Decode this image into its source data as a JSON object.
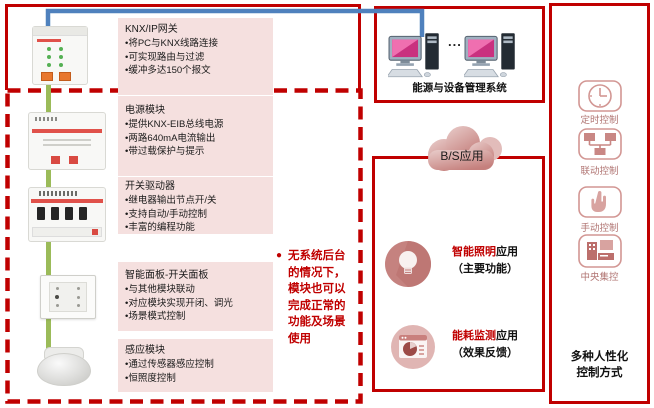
{
  "colors": {
    "accent_red": "#c00000",
    "pink_block": "#f5e0df",
    "line_blue": "#4f81bd",
    "line_green": "#9bbb59",
    "rose": "#cd918e"
  },
  "modules": [
    {
      "title": "KNX/IP网关",
      "bullets": [
        "•将PC与KNX线路连接",
        "•可实现路由与过滤",
        "•缓冲多达150个报文"
      ]
    },
    {
      "title": "电源模块",
      "bullets": [
        "•提供KNX-EIB总线电源",
        "•两路640mA电流输出",
        "•带过载保护与提示"
      ]
    },
    {
      "title": "开关驱动器",
      "bullets": [
        "•继电器输出节点开/关",
        "•支持自动/手动控制",
        "•丰富的编程功能"
      ]
    },
    {
      "title": "智能面板-开关面板",
      "bullets": [
        "•与其他模块联动",
        "•对应模块实现开闭、调光",
        "•场景模式控制"
      ]
    },
    {
      "title": "感应模块",
      "bullets": [
        "•通过传感器感应控制",
        "•恒照度控制"
      ]
    }
  ],
  "note": {
    "bullet": "●",
    "text": "无系统后台的情况下，模块也可以完成正常的功能及场景使用"
  },
  "energy_system": {
    "label": "能源与设备管理系统",
    "ellipsis": "..."
  },
  "bs_panel": {
    "cloud_label": "B/S应用",
    "apps": [
      {
        "title_highlight": "智能照明",
        "title_rest": "应用",
        "subtitle": "（主要功能）"
      },
      {
        "title_highlight": "能耗监测",
        "title_rest": "应用",
        "subtitle": "（效果反馈）"
      }
    ]
  },
  "control_panel": {
    "items": [
      {
        "label": "定时控制"
      },
      {
        "label": "联动控制"
      },
      {
        "label": "手动控制"
      },
      {
        "label": "中央集控"
      }
    ],
    "footer_line1": "多种人性化",
    "footer_line2": "控制方式"
  }
}
